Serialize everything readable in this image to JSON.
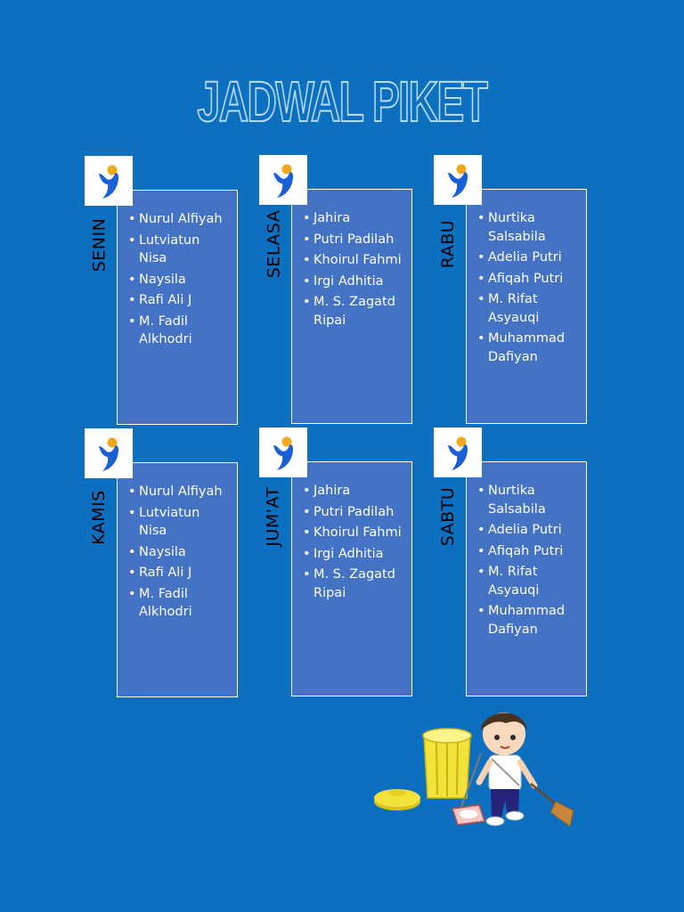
{
  "title": "JADWAL PIKET",
  "days": [
    {
      "label": "SENIN",
      "names": [
        "Nurul Alfiyah",
        "Lutviatun Nisa",
        "Naysila",
        "Rafi Ali J",
        "M. Fadil Alkhodri"
      ]
    },
    {
      "label": "SELASA",
      "names": [
        "Jahira",
        "Putri Padilah",
        "Khoirul Fahmi",
        "Irgi Adhitia",
        "M. S. Zagatd Ripai"
      ]
    },
    {
      "label": "RABU",
      "names": [
        "Nurtika Salsabila",
        "Adelia Putri",
        "Afiqah Putri",
        "M. Rifat Asyauqi",
        "Muhammad Dafiyan"
      ]
    },
    {
      "label": "KAMIS",
      "names": [
        "Nurul Alfiyah",
        "Lutviatun Nisa",
        "Naysila",
        "Rafi Ali J",
        "M. Fadil Alkhodri"
      ]
    },
    {
      "label": "JUM'AT",
      "names": [
        "Jahira",
        "Putri Padilah",
        "Khoirul Fahmi",
        "Irgi Adhitia",
        "M. S. Zagatd Ripai"
      ]
    },
    {
      "label": "SABTU",
      "names": [
        "Nurtika Salsabila",
        "Adelia Putri",
        "Afiqah Putri",
        "M. Rifat Asyauqi",
        "Muhammad Dafiyan"
      ]
    }
  ],
  "colors": {
    "background": "#0c6fc0",
    "card": "#4472c4",
    "logo_blue": "#1a5fd6",
    "logo_dot": "#f2a81d"
  },
  "icons": {
    "logo": "person-figure-icon",
    "illustration": "boy-sweeping-with-trash-can-illustration"
  }
}
